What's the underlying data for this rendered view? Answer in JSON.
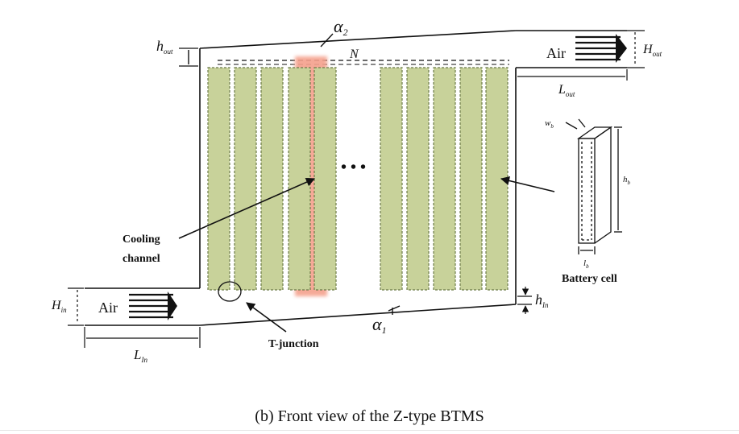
{
  "diagram": {
    "caption": "(b)   Front view of the Z-type BTMS",
    "labels": {
      "air_inlet": "Air",
      "air_outlet": "Air",
      "h_out": "h",
      "h_out_sub": "out",
      "H_out": "H",
      "H_out_sub": "out",
      "L_out": "L",
      "L_out_sub": "out",
      "h_in": "h",
      "h_in_sub": "In",
      "H_in": "H",
      "H_in_sub": "in",
      "L_in": "L",
      "L_in_sub": "In",
      "alpha1": "α",
      "alpha1_sub": "1",
      "alpha2": "α",
      "alpha2_sub": "2",
      "n_channels": "N",
      "ellipsis": "• • •",
      "cooling_channel_line1": "Cooling",
      "cooling_channel_line2": "channel",
      "t_junction": "T-junction",
      "battery_cell": "Battery cell",
      "w_b": "w",
      "w_b_sub": "b",
      "h_b": "h",
      "h_b_sub": "b",
      "l_b": "l",
      "l_b_sub": "b"
    },
    "colors": {
      "cell_fill": "#c8d29a",
      "cell_stroke": "#6b7a48",
      "highlight": "#f4a08c",
      "line": "#111111"
    }
  }
}
